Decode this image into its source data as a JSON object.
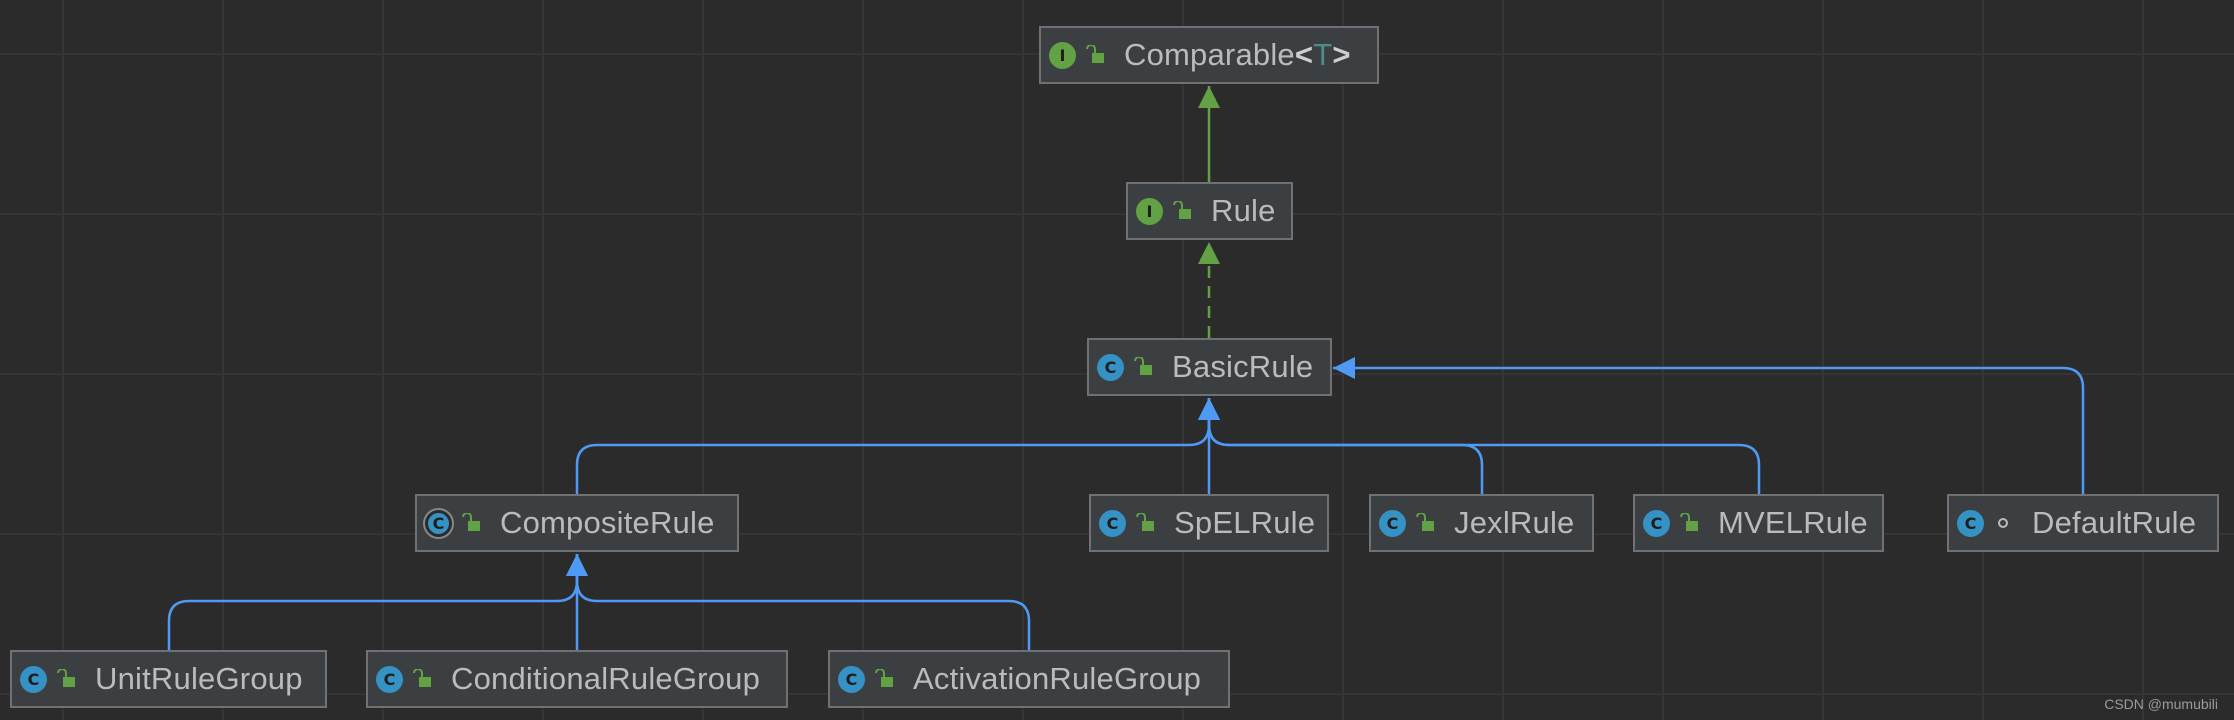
{
  "colors": {
    "background": "#2b2b2b",
    "node_fill": "#3c3f41",
    "node_border": "#6f7175",
    "extends_interface": "#62a244",
    "extends_class": "#4f9af5",
    "interface_badge": "#62a244",
    "class_badge": "#3592c4",
    "type_parameter": "#4e8a8a"
  },
  "nodes": {
    "comparable": {
      "name": "Comparable",
      "lt": "<",
      "type_param": "T",
      "gt": ">",
      "kind": "interface",
      "badge": "I",
      "modifier": "public-lock-icon"
    },
    "rule": {
      "name": "Rule",
      "kind": "interface",
      "badge": "I",
      "modifier": "public-lock-icon"
    },
    "basic_rule": {
      "name": "BasicRule",
      "kind": "class",
      "badge": "C",
      "modifier": "public-lock-icon"
    },
    "composite_rule": {
      "name": "CompositeRule",
      "kind": "abstract-class",
      "badge": "C",
      "modifier": "public-lock-icon"
    },
    "spel_rule": {
      "name": "SpELRule",
      "kind": "class",
      "badge": "C",
      "modifier": "public-lock-icon"
    },
    "jexl_rule": {
      "name": "JexlRule",
      "kind": "class",
      "badge": "C",
      "modifier": "public-lock-icon"
    },
    "mvel_rule": {
      "name": "MVELRule",
      "kind": "class",
      "badge": "C",
      "modifier": "public-lock-icon"
    },
    "default_rule": {
      "name": "DefaultRule",
      "kind": "class",
      "badge": "C",
      "modifier": "package-private-dot-icon"
    },
    "unit_rule_group": {
      "name": "UnitRuleGroup",
      "kind": "class",
      "badge": "C",
      "modifier": "public-lock-icon"
    },
    "conditional_rule_group": {
      "name": "ConditionalRuleGroup",
      "kind": "class",
      "badge": "C",
      "modifier": "public-lock-icon"
    },
    "activation_rule_group": {
      "name": "ActivationRuleGroup",
      "kind": "class",
      "badge": "C",
      "modifier": "public-lock-icon"
    }
  },
  "edges": [
    {
      "from": "rule",
      "to": "comparable",
      "relation": "extends"
    },
    {
      "from": "basic_rule",
      "to": "rule",
      "relation": "implements"
    },
    {
      "from": "composite_rule",
      "to": "basic_rule",
      "relation": "extends"
    },
    {
      "from": "spel_rule",
      "to": "basic_rule",
      "relation": "extends"
    },
    {
      "from": "jexl_rule",
      "to": "basic_rule",
      "relation": "extends"
    },
    {
      "from": "mvel_rule",
      "to": "basic_rule",
      "relation": "extends"
    },
    {
      "from": "default_rule",
      "to": "basic_rule",
      "relation": "extends"
    },
    {
      "from": "unit_rule_group",
      "to": "composite_rule",
      "relation": "extends"
    },
    {
      "from": "conditional_rule_group",
      "to": "composite_rule",
      "relation": "extends"
    },
    {
      "from": "activation_rule_group",
      "to": "composite_rule",
      "relation": "extends"
    }
  ],
  "watermark": "CSDN @mumubili"
}
